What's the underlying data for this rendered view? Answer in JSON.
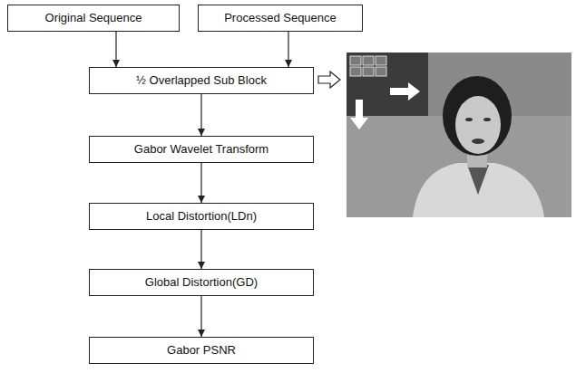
{
  "diagram": {
    "nodes": [
      {
        "text": [
          "Original Sequence"
        ]
      },
      {
        "text": [
          "Processed Sequence"
        ]
      },
      {
        "text": [
          "½ Overlapped Sub Block"
        ]
      },
      {
        "text": [
          "Gabor Wavelet Transform"
        ]
      },
      {
        "text": [
          "Local Distortion(LDn)"
        ]
      },
      {
        "text": [
          "Global Distortion(GD)"
        ]
      },
      {
        "text": [
          "Gabor PSNR"
        ]
      }
    ],
    "edges": [
      {
        "from": 0,
        "to": 2,
        "arrow": "to"
      },
      {
        "from": 1,
        "to": 2,
        "arrow": "to"
      },
      {
        "from": 2,
        "to": 3,
        "arrow": "to"
      },
      {
        "from": 3,
        "to": 4,
        "arrow": "to"
      },
      {
        "from": 4,
        "to": 5,
        "arrow": "to"
      },
      {
        "from": 5,
        "to": 6,
        "arrow": "to"
      }
    ]
  }
}
